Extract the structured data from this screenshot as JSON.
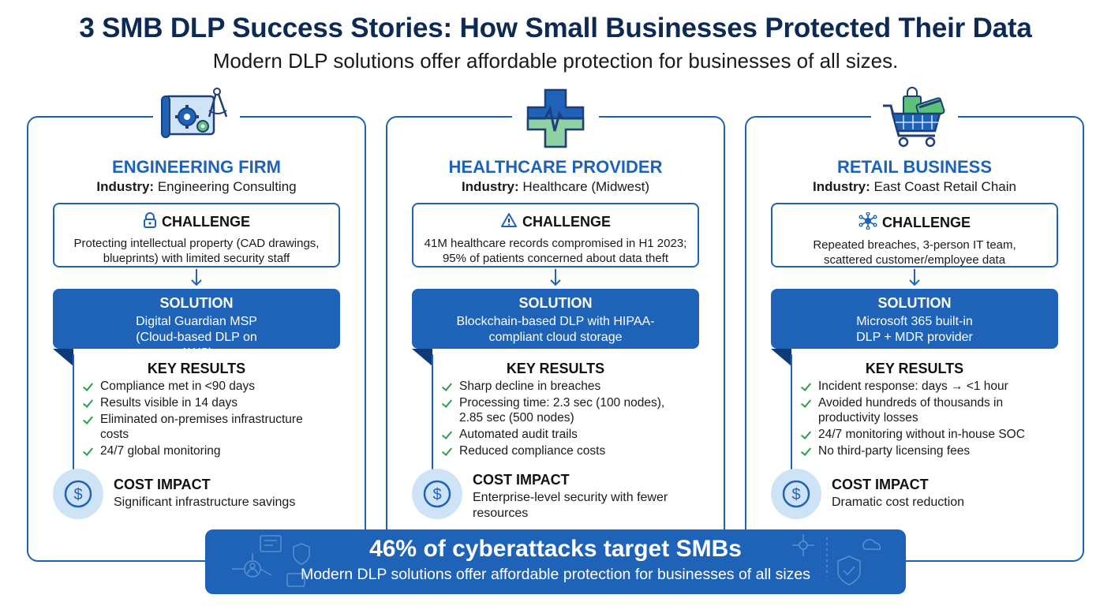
{
  "header": {
    "title": "3 SMB DLP Success Stories: How Small Businesses Protected Their Data",
    "subtitle": "Modern DLP solutions offer affordable protection for businesses of all sizes."
  },
  "labels": {
    "industry": "Industry:",
    "challenge": "CHALLENGE",
    "solution": "SOLUTION",
    "key_results": "KEY RESULTS",
    "cost_impact": "COST IMPACT"
  },
  "cards": [
    {
      "icon": "blueprint-gears-icon",
      "title": "ENGINEERING FIRM",
      "industry": "Engineering Consulting",
      "challenge_icon": "lock-icon",
      "challenge": "Protecting intellectual property (CAD drawings, blueprints) with limited security staff",
      "solution": "Digital Guardian MSP (Cloud-based DLP on AWS)",
      "results": [
        "Compliance met in <90 days",
        "Results visible in 14 days",
        "Eliminated on-premises infrastructure costs",
        "24/7 global monitoring"
      ],
      "cost": "Significant infrastructure savings"
    },
    {
      "icon": "medical-cross-icon",
      "title": "HEALTHCARE PROVIDER",
      "industry": "Healthcare (Midwest)",
      "challenge_icon": "warning-icon",
      "challenge": "41M healthcare records compromised in H1 2023; 95% of patients concerned about data theft",
      "solution": "Blockchain-based DLP with HIPAA-compliant cloud storage",
      "results": [
        "Sharp decline in breaches",
        "Processing time: 2.3 sec (100 nodes), 2.85 sec (500 nodes)",
        "Automated audit trails",
        "Reduced compliance costs"
      ],
      "cost": "Enterprise-level security with fewer resources"
    },
    {
      "icon": "shopping-cart-icon",
      "title": "RETAIL BUSINESS",
      "industry": "East Coast Retail Chain",
      "challenge_icon": "network-icon",
      "challenge": "Repeated breaches, 3-person IT team, scattered customer/employee data",
      "solution": "Microsoft 365 built-in DLP + MDR provider",
      "results": [
        "Incident response: days → <1 hour",
        "Avoided hundreds of thousands in productivity losses",
        "24/7 monitoring without in-house SOC",
        "No third-party licensing fees"
      ],
      "cost": "Dramatic cost reduction"
    }
  ],
  "banner": {
    "title": "46% of cyberattacks target SMBs",
    "subtitle": "Modern DLP solutions offer affordable protection for businesses of all sizes"
  },
  "colors": {
    "accent": "#1e63b8",
    "title": "#0d2a55",
    "check": "#2e9e4f",
    "cost_circle": "#cfe3f7"
  }
}
